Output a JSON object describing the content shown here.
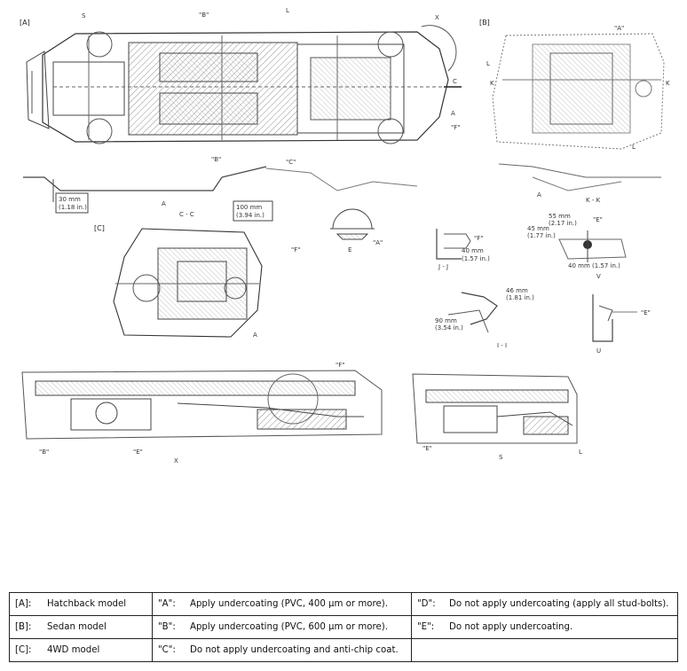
{
  "views": {
    "a": {
      "tag": "[A]",
      "s": "S",
      "b": "\"B\"",
      "l": "L",
      "x": "X",
      "c": "C",
      "a": "A",
      "f": "\"F\"",
      "bb": "\"B\"",
      "cc": "\"C\""
    },
    "b": {
      "tag": "[B]",
      "a": "\"A\"",
      "l": "L",
      "k": "K",
      "k2": "K",
      "l2": "L",
      "kk": "K - K",
      "a2": "A"
    },
    "section_cc": {
      "title": "C - C",
      "dim1": "30 mm",
      "dim1_in": "(1.18 in.)",
      "dim2": "100 mm",
      "dim2_in": "(3.94 in.)",
      "a": "A"
    },
    "c": {
      "tag": "[C]",
      "f": "\"F\"",
      "a": "A"
    },
    "detail_e": {
      "label": "E",
      "arrow": "\"A\""
    },
    "section_jj": {
      "title": "J - J",
      "f": "\"F\"",
      "dim": "40 mm",
      "dim_in": "(1.57 in.)"
    },
    "detail_v": {
      "label": "V",
      "e": "\"E\"",
      "dim1": "55 mm",
      "dim1_in": "(2.17 in.)",
      "dim2": "45 mm",
      "dim2_in": "(1.77 in.)",
      "dim3": "40 mm (1.57 in.)"
    },
    "section_ii": {
      "title": "I - I",
      "dim1": "46 mm",
      "dim1_in": "(1.81 in.)",
      "dim2": "90 mm",
      "dim2_in": "(3.54 in.)"
    },
    "detail_u": {
      "label": "U",
      "e": "\"E\""
    },
    "detail_x": {
      "label": "X",
      "b": "\"B\"",
      "e": "\"E\"",
      "f": "\"F\""
    },
    "detail_s": {
      "label": "S",
      "e": "\"E\"",
      "l": "L"
    }
  },
  "legend": {
    "rows": [
      {
        "model_key": "[A]:",
        "model": "Hatchback model",
        "code1_key": "\"A\":",
        "code1": "Apply undercoating (PVC, 400 μm or more).",
        "code2_key": "\"D\":",
        "code2": "Do not apply undercoating (apply all stud-bolts)."
      },
      {
        "model_key": "[B]:",
        "model": "Sedan model",
        "code1_key": "\"B\":",
        "code1": "Apply undercoating (PVC, 600 μm or more).",
        "code2_key": "\"E\":",
        "code2": "Do not apply undercoating."
      },
      {
        "model_key": "[C]:",
        "model": "4WD model",
        "code1_key": "\"C\":",
        "code1": "Do not apply undercoating and anti-chip coat.",
        "code2_key": "",
        "code2": ""
      }
    ]
  }
}
